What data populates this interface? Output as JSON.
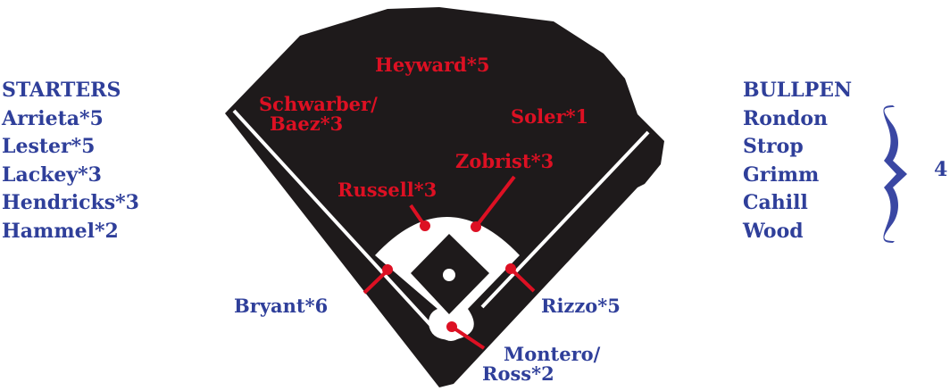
{
  "starters": {
    "title": "STARTERS",
    "rows": [
      "Arrieta*5",
      "Lester*5",
      "Lackey*3",
      "Hendricks*3",
      "Hammel*2"
    ]
  },
  "bullpen": {
    "title": "BULLPEN",
    "rows": [
      "Rondon",
      "Strop",
      "Grimm",
      "Cahill",
      "Wood"
    ],
    "count": "4"
  },
  "field": {
    "lf": [
      "Schwarber/",
      "Baez*3"
    ],
    "cf": "Heyward*5",
    "rf": "Soler*1",
    "ss": "Russell*3",
    "2b": "Zobrist*3",
    "3b": "Bryant*6",
    "1b": "Rizzo*5",
    "c": [
      "Montero/",
      "Ross*2"
    ]
  },
  "colors": {
    "field": "#1e1a1b",
    "infield": "#ffffff",
    "red_text": "#dd1023",
    "blue_text": "#2f3f9a"
  }
}
